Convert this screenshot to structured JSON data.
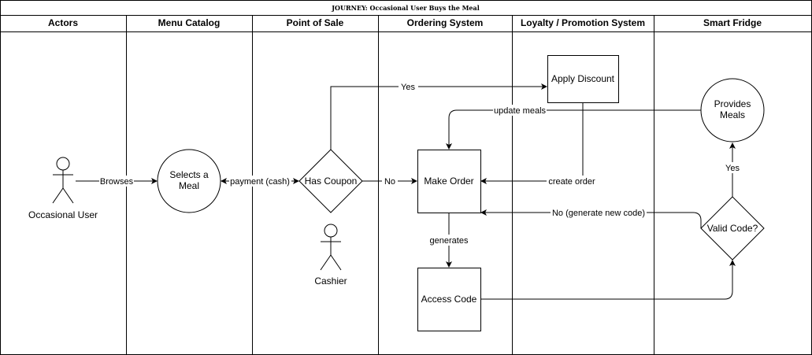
{
  "diagram": {
    "title": "JOURNEY: Occasional User Buys the Meal",
    "lanes": [
      "Actors",
      "Menu Catalog",
      "Point of Sale",
      "Ordering System",
      "Loyalty / Promotion System",
      "Smart Fridge"
    ],
    "actors": {
      "occasional_user": "Occasional User",
      "cashier": "Cashier"
    },
    "nodes": {
      "selects_meal_1": "Selects a",
      "selects_meal_2": "Meal",
      "has_coupon": "Has Coupon",
      "make_order": "Make Order",
      "access_code": "Access Code",
      "apply_discount": "Apply Discount",
      "provides_meals_1": "Provides",
      "provides_meals_2": "Meals",
      "valid_code": "Valid Code?"
    },
    "edges": {
      "browses": "Browses",
      "payment": "payment (cash)",
      "yes_discount": "Yes",
      "no_order": "No",
      "update_meals": "update meals",
      "create_order": "create order",
      "generates": "generates",
      "no_new_code": "No (generate new code)",
      "yes_provide": "Yes"
    }
  }
}
